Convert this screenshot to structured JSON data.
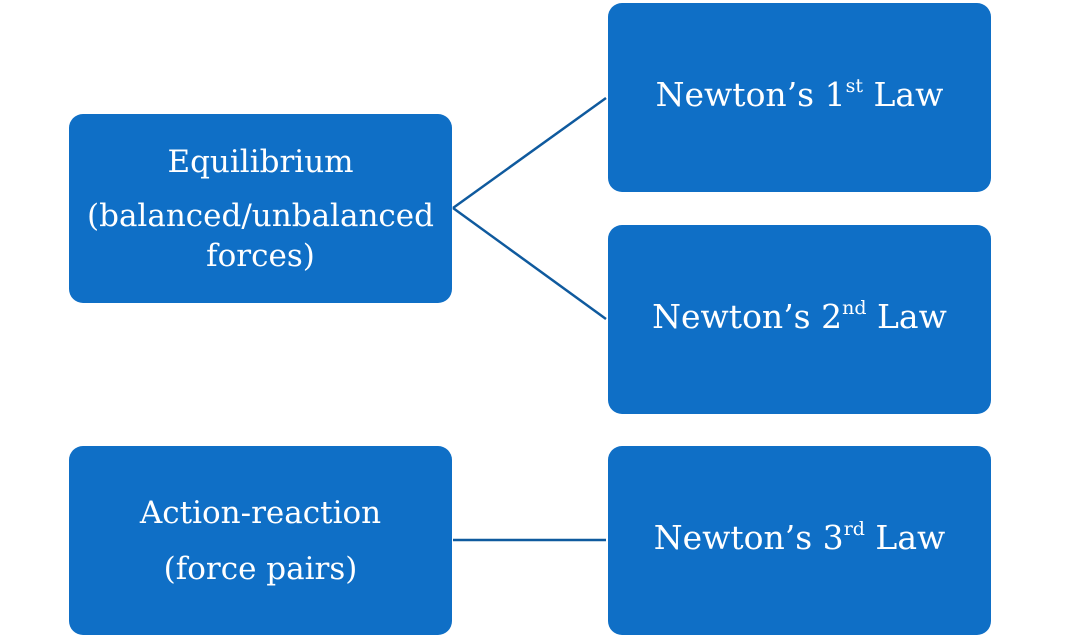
{
  "colors": {
    "box_fill": "#0f6fc6",
    "box_text": "#ffffff",
    "connector": "#0f5a9e",
    "background": "#ffffff"
  },
  "nodes": {
    "equilibrium": {
      "title": "Equilibrium",
      "line2": "(balanced/unbalanced",
      "line3": "forces)"
    },
    "action_reaction": {
      "title": "Action-reaction",
      "line2": "(force pairs)"
    },
    "law1": {
      "prefix": "Newton’s 1",
      "sup": "st",
      "suffix": " Law"
    },
    "law2": {
      "prefix": "Newton’s 2",
      "sup": "nd",
      "suffix": " Law"
    },
    "law3": {
      "prefix": "Newton’s 3",
      "sup": "rd",
      "suffix": " Law"
    }
  },
  "edges": [
    {
      "from": "equilibrium",
      "to": "law1"
    },
    {
      "from": "equilibrium",
      "to": "law2"
    },
    {
      "from": "action_reaction",
      "to": "law3"
    }
  ]
}
